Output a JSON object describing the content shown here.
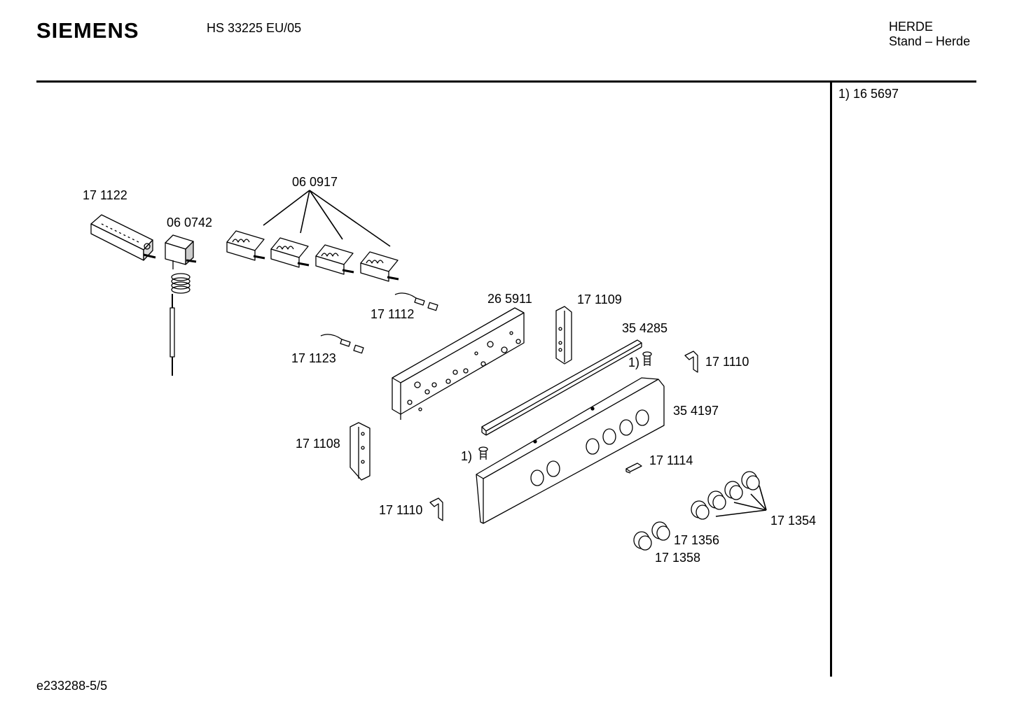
{
  "header": {
    "brand": "SIEMENS",
    "model": "HS 33225 EU/05",
    "category_line1": "HERDE",
    "category_line2": "Stand – Herde"
  },
  "side_note": "1) 16 5697",
  "footer": "e233288-5/5",
  "labels": {
    "p171122": "17 1122",
    "p060742": "06 0742",
    "p060917": "06 0917",
    "p171112": "17 1112",
    "p171123": "17 1123",
    "p265911": "26 5911",
    "p171109": "17 1109",
    "p354285": "35 4285",
    "screw_ref_top": "1)",
    "p171110_right": "17 1110",
    "p354197": "35 4197",
    "p171108": "17 1108",
    "screw_ref_bottom": "1)",
    "p171114": "17 1114",
    "p171110_bottom": "17 1110",
    "p171354": "17 1354",
    "p171356": "17 1356",
    "p171358": "17 1358"
  }
}
